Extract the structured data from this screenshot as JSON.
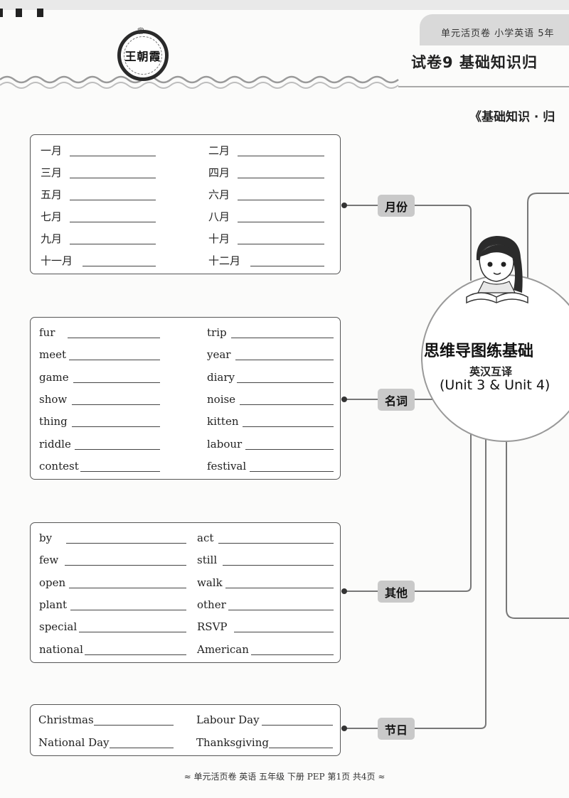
{
  "header": {
    "series": "单元活页卷   小学英语  5年",
    "paper_title": "试卷9  基础知识归",
    "section_tag": "《基础知识 · 归",
    "stamp_name": "王朝霞"
  },
  "center": {
    "title": "思维导图练基础",
    "subtitle": "英汉互译",
    "units": "(Unit 3 & Unit 4)"
  },
  "categories": {
    "months": "月份",
    "nouns": "名词",
    "others": "其他",
    "festivals": "节日"
  },
  "months": {
    "left": [
      "一月",
      "三月",
      "五月",
      "七月",
      "九月",
      "十一月"
    ],
    "right": [
      "二月",
      "四月",
      "六月",
      "八月",
      "十月",
      "十二月"
    ]
  },
  "nouns": {
    "left": [
      "fur",
      "meet",
      "game",
      "show",
      "thing",
      "riddle",
      "contest"
    ],
    "right": [
      "trip",
      "year",
      "diary",
      "noise",
      "kitten",
      "labour",
      "festival"
    ]
  },
  "others": {
    "left": [
      "by",
      "few",
      "open",
      "plant",
      "special",
      "national"
    ],
    "right": [
      "act",
      "still",
      "walk",
      "other",
      "RSVP",
      "American"
    ]
  },
  "festivals": {
    "left": [
      "Christmas",
      "National Day"
    ],
    "right": [
      "Labour Day",
      "Thanksgiving"
    ]
  },
  "footer": "≈ 单元活页卷  英语  五年级  下册  PEP  第1页  共4页 ≈"
}
